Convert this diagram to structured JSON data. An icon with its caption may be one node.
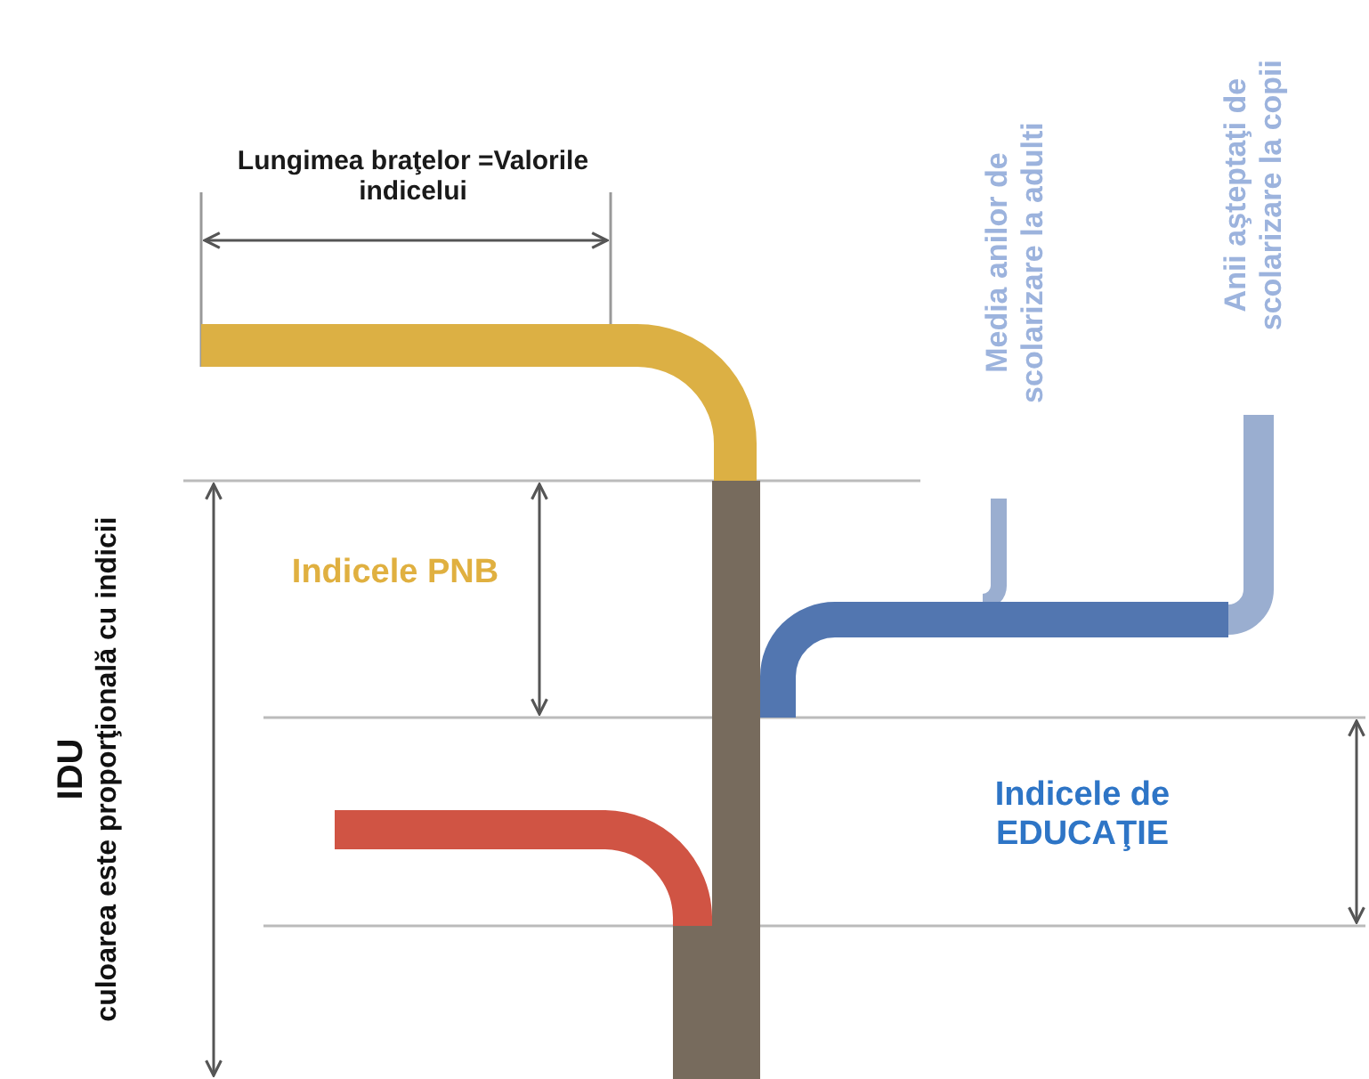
{
  "diagram": {
    "labels": [
      "Lungimea braţelor =Valorile indicelui",
      "Media anilor de scolarizare la adulti",
      "Anii aşteptaţi de scolarizare la copii",
      "Indicele PNB",
      "Indicele de EDUCAŢIE",
      "IDU",
      "culoarea este proporţională cu indicii"
    ]
  }
}
